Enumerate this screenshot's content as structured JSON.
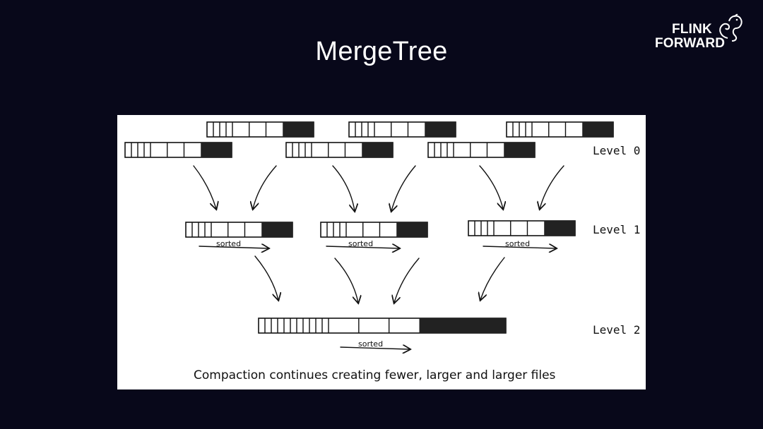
{
  "slide": {
    "title": "MergeTree"
  },
  "logo": {
    "line1": "FLINK",
    "line2": "FORWARD"
  },
  "diagram": {
    "levels": [
      "Level 0",
      "Level 1",
      "Level 2"
    ],
    "sorted_label": "sorted",
    "caption": "Compaction continues creating fewer, larger and larger files"
  }
}
